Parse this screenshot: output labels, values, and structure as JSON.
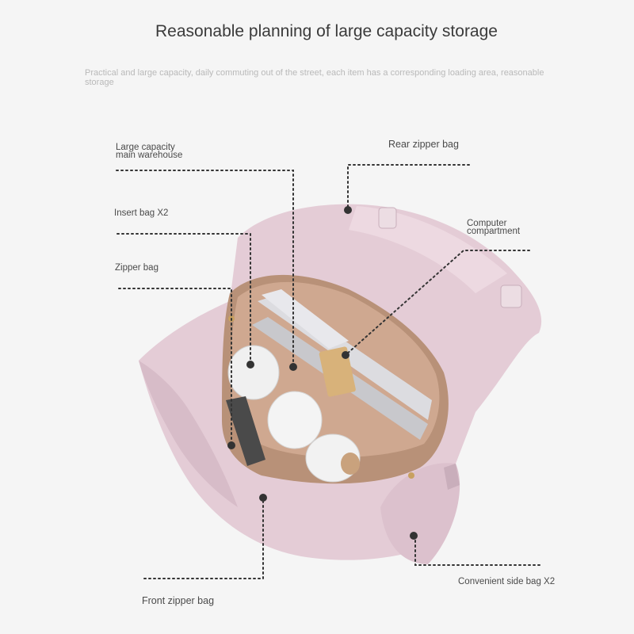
{
  "header": {
    "title": "Reasonable planning of large capacity storage",
    "subtitle": "Practical and large capacity, daily commuting out of the street, each item has a corresponding loading area, reasonable storage"
  },
  "callouts": {
    "main_warehouse": {
      "line1": "Large capacity",
      "line2": "main warehouse"
    },
    "insert_bag": "Insert bag X2",
    "zipper_bag": "Zipper bag",
    "rear_zipper_bag": "Rear zipper bag",
    "computer_compartment": {
      "line1": "Computer",
      "line2": "compartment"
    },
    "front_zipper_bag": "Front zipper bag",
    "side_bag": "Convenient side bag X2"
  },
  "colors": {
    "bag": "#e4ccd6",
    "bag_shadow": "#c9aebb",
    "lining": "#cfa890",
    "leader": "#333333"
  }
}
